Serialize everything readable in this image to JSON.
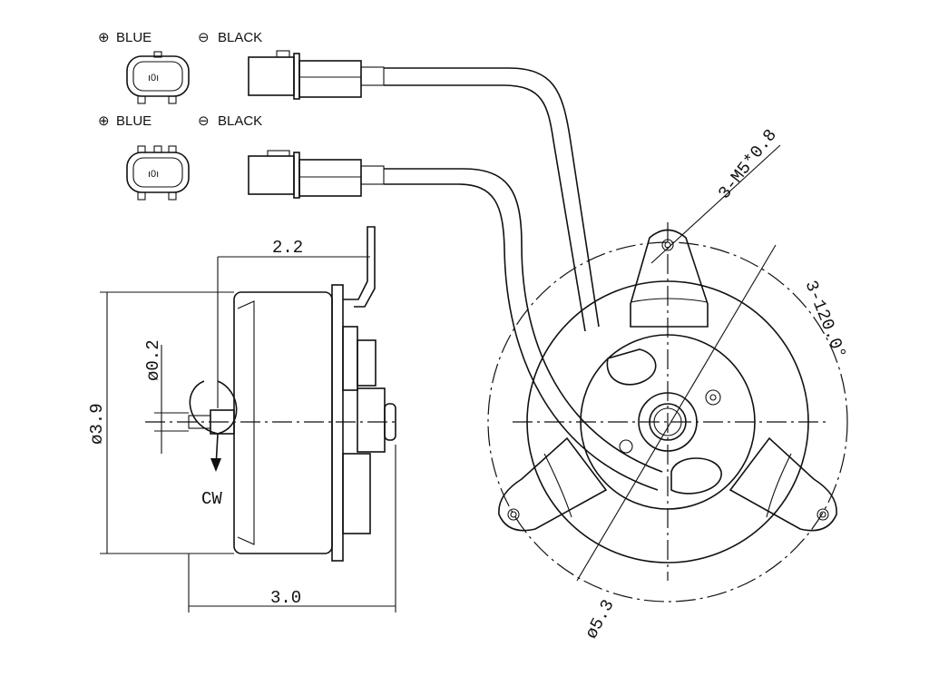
{
  "connectors": [
    {
      "positive_label": "BLUE",
      "negative_label": "BLACK",
      "positive_symbol": "⊕",
      "negative_symbol": "⊖"
    },
    {
      "positive_label": "BLUE",
      "negative_label": "BLACK",
      "positive_symbol": "⊕",
      "negative_symbol": "⊖"
    }
  ],
  "dimensions": {
    "depth_to_bracket": "2.2",
    "overall_depth": "3.0",
    "body_diameter": "ø3.9",
    "shaft_diameter": "ø0.2",
    "rotation": "CW",
    "mount_thread": "3-M5*0.8",
    "mount_spacing": "3-120.0°",
    "bolt_circle": "ø5.3"
  }
}
